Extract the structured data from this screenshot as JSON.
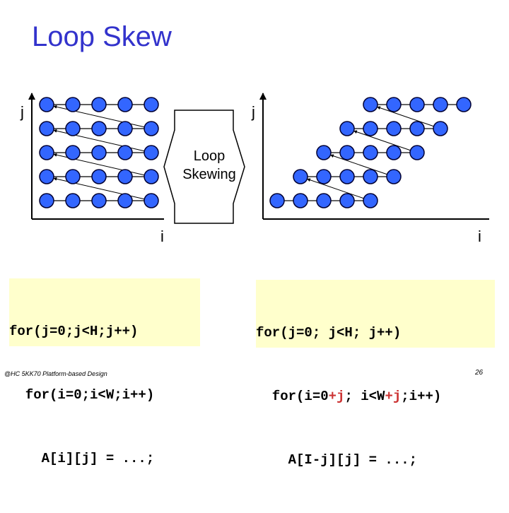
{
  "title": "Loop Skew",
  "left_diagram": {
    "y_axis_label": "j",
    "x_axis_label": "i"
  },
  "right_diagram": {
    "y_axis_label": "j",
    "x_axis_label": "i"
  },
  "transform_label": {
    "line1": "Loop",
    "line2": "Skewing"
  },
  "code_before": {
    "line1": "for(j=0;j<H;j++)",
    "line2": "  for(i=0;i<W;i++)",
    "line3": "    A[i][j] = ...;"
  },
  "code_after": {
    "line1": "for(j=0; j<H; j++)",
    "line2a": "  for(i=0",
    "line2b": "+j",
    "line2c": "; i<W",
    "line2d": "+j",
    "line2e": ";i++)",
    "line3": "    A[I-j][j] = ...;"
  },
  "footer": "@HC 5KK70 Platform-based Design",
  "page_number": "26",
  "colors": {
    "title": "#3333cc",
    "node_fill": "#3366ff",
    "node_stroke": "#000033",
    "code_bg": "#ffffcc",
    "highlight": "#cc3333"
  }
}
